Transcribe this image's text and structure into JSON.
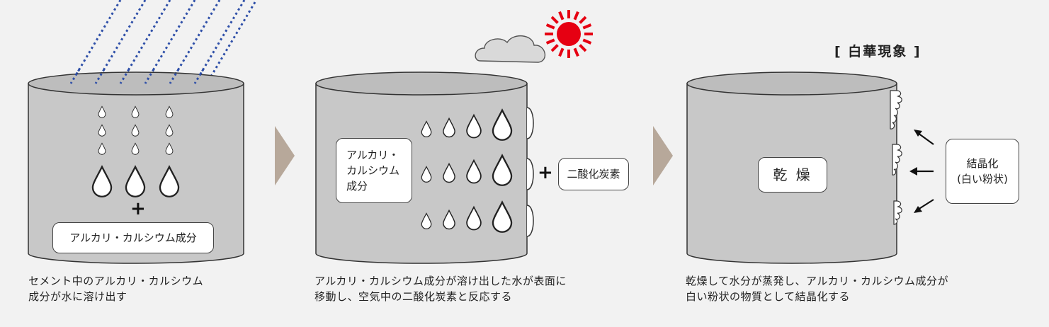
{
  "step1": {
    "label": "アルカリ・カルシウム成分",
    "caption": "セメント中のアルカリ・カルシウム\n成分が水に溶け出す"
  },
  "step2": {
    "inner_label": "アルカリ・\nカルシウム\n成分",
    "co2_label": "二酸化炭素",
    "caption": "アルカリ・カルシウム成分が溶け出した水が表面に\n移動し、空気中の二酸化炭素と反応する"
  },
  "step3": {
    "title": "[ 白華現象 ]",
    "center_label": "乾 燥",
    "crystal_label": "結晶化\n(白い粉状)",
    "caption": "乾燥して水分が蒸発し、アルカリ・カルシウム成分が\n白い粉状の物質として結晶化する"
  },
  "plus_symbol": "+",
  "colors": {
    "background": "#f2f2f2",
    "cylinder_fill": "#c8c8c8",
    "cylinder_stroke": "#333333",
    "rain": "#2e4fa8",
    "sun": "#e60012",
    "cloud": "#d9d9d9",
    "arrow_chevron": "#b7a89a"
  },
  "icons": [
    "rain-lines",
    "water-drop-icon",
    "sun-icon",
    "cloud-icon",
    "chevron-arrow-icon",
    "pointer-arrow-icon",
    "crystal-bumps"
  ]
}
